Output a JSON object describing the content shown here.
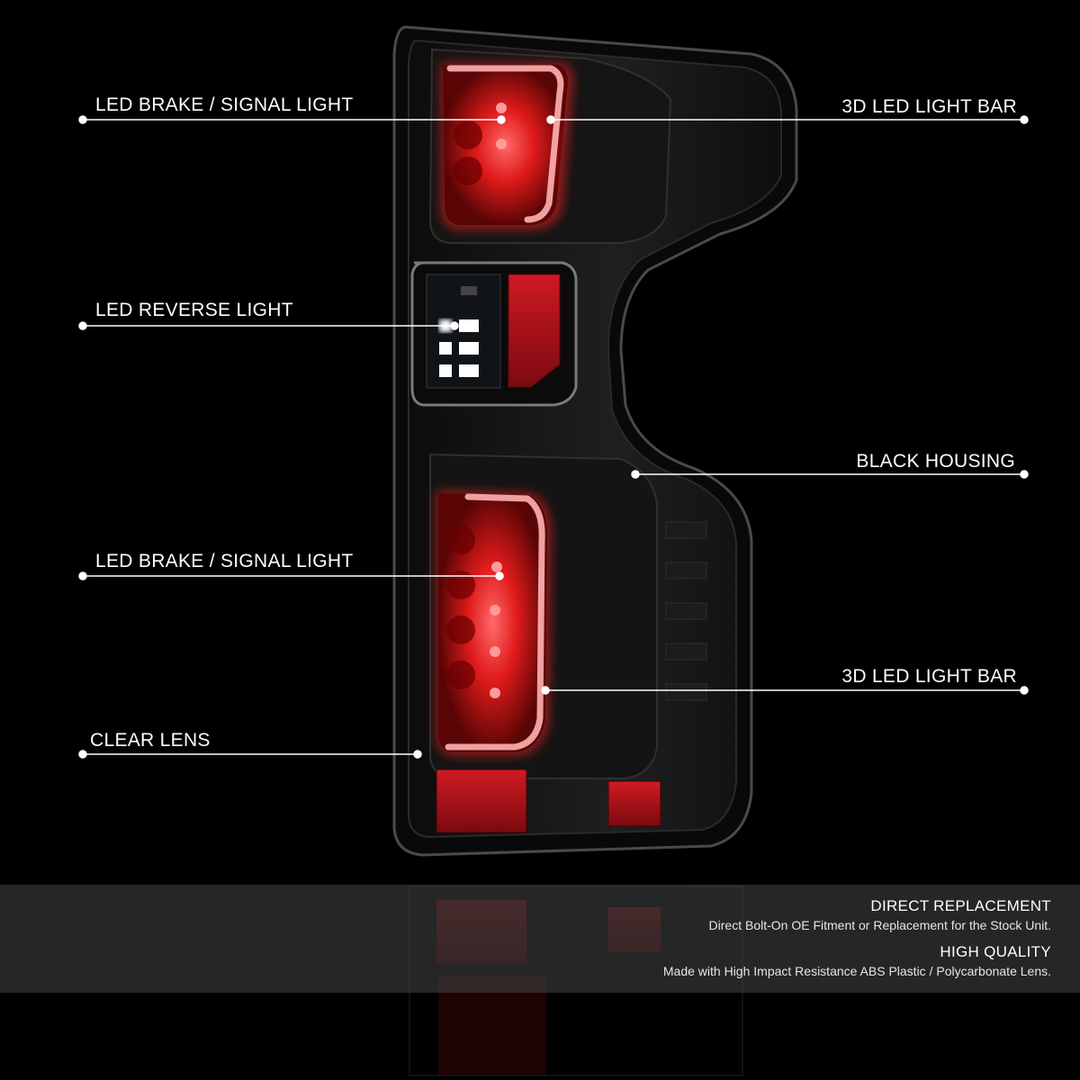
{
  "callouts": {
    "led_brake_signal_top": "LED BRAKE / SIGNAL LIGHT",
    "light_bar_top": "3D LED LIGHT BAR",
    "led_reverse": "LED REVERSE LIGHT",
    "black_housing": "BLACK HOUSING",
    "led_brake_signal_bottom": "LED BRAKE / SIGNAL LIGHT",
    "light_bar_bottom": "3D LED LIGHT BAR",
    "clear_lens": "CLEAR LENS"
  },
  "features": [
    {
      "title": "DIRECT REPLACEMENT",
      "text": "Direct Bolt-On OE Fitment or Replacement for the Stock Unit."
    },
    {
      "title": "HIGH QUALITY",
      "text": "Made with High Impact Resistance ABS Plastic / Polycarbonate Lens."
    }
  ],
  "colors": {
    "background": "#000000",
    "housing": "#1a1a1a",
    "led_red": "#ff2a2a",
    "reflector_red": "#b3121a",
    "reverse_white": "#ffffff",
    "callout_line": "#ffffff"
  }
}
